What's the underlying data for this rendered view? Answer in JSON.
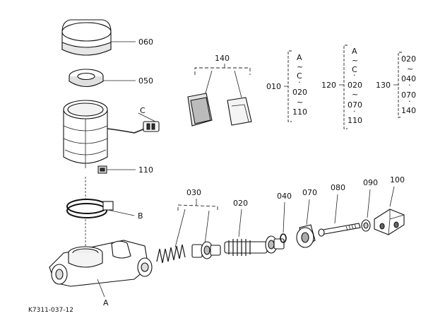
{
  "diagram": {
    "labels": {
      "l060": "060",
      "l050": "050",
      "lC": "C",
      "l110": "110",
      "lB": "B",
      "lA": "A",
      "l140": "140",
      "l030": "030",
      "l020": "020",
      "l040": "040",
      "l070": "070",
      "l080": "080",
      "l090": "090",
      "l100": "100"
    },
    "groups": {
      "g010": {
        "label": "010",
        "items": [
          "A",
          "~",
          "C",
          "·",
          "020",
          "~",
          "110"
        ]
      },
      "g120": {
        "label": "120",
        "items": [
          "A",
          "~",
          "C",
          "·",
          "020",
          "~",
          "070",
          "·",
          "110"
        ]
      },
      "g130": {
        "label": "130",
        "items": [
          "020",
          "~",
          "040",
          "·",
          "070",
          "·",
          "140"
        ]
      }
    },
    "figure_code": "K7311-037-12"
  }
}
